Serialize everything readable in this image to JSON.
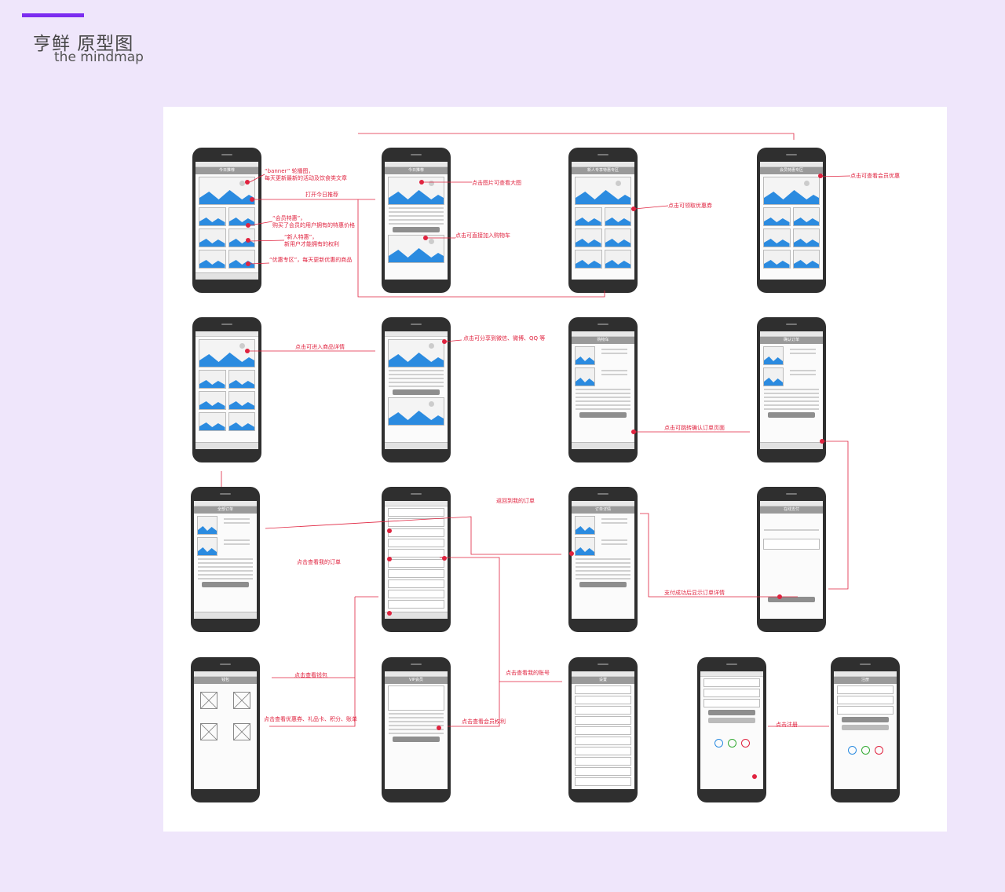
{
  "header": {
    "title": "亨鲜 原型图",
    "subtitle": "the mindmap"
  },
  "colors": {
    "accent": "#7b2cf0",
    "background": "#efe6fb",
    "annotation": "#e0233f",
    "image_placeholder": "#2b8be0"
  },
  "annotations": [
    {
      "id": "banner",
      "lines": [
        "“banner” 轮播图，",
        "每天更新最新的活动及饮食类文章"
      ]
    },
    {
      "id": "today",
      "lines": [
        "打开今日推荐"
      ]
    },
    {
      "id": "member",
      "lines": [
        "“会员特惠”，",
        "购买了会员的用户拥有的特惠价格"
      ]
    },
    {
      "id": "newuser",
      "lines": [
        "“新人特惠”，",
        "新用户才能拥有的权利"
      ]
    },
    {
      "id": "discount",
      "lines": [
        "“优惠专区”，每天更新优惠的商品"
      ]
    },
    {
      "id": "bigimage",
      "lines": [
        "点击图片可查看大图"
      ]
    },
    {
      "id": "addcart",
      "lines": [
        "点击可直接加入购物车"
      ]
    },
    {
      "id": "coupon",
      "lines": [
        "点击可领取优惠券"
      ]
    },
    {
      "id": "memberperk",
      "lines": [
        "点击可查看会员优惠"
      ]
    },
    {
      "id": "productdetail",
      "lines": [
        "点击可进入商品详情"
      ]
    },
    {
      "id": "share",
      "lines": [
        "点击可分享到微信、微博、QQ 等"
      ]
    },
    {
      "id": "confirmorder",
      "lines": [
        "点击可跳转确认订单页面"
      ]
    },
    {
      "id": "backorders",
      "lines": [
        "返回到我的订单"
      ]
    },
    {
      "id": "vieworders",
      "lines": [
        "点击查看我的订单"
      ]
    },
    {
      "id": "paydone",
      "lines": [
        "支付成功后显示订单详情"
      ]
    },
    {
      "id": "wallet",
      "lines": [
        "点击查看钱包"
      ]
    },
    {
      "id": "wallettypes",
      "lines": [
        "点击查看优惠券、礼品卡、积分、账单"
      ]
    },
    {
      "id": "memberrights",
      "lines": [
        "点击查看会员权利"
      ]
    },
    {
      "id": "account",
      "lines": [
        "点击查看我的账号"
      ]
    },
    {
      "id": "register",
      "lines": [
        "点击注册"
      ]
    }
  ],
  "screens": [
    {
      "id": "home",
      "title": "今日推荐"
    },
    {
      "id": "recommend",
      "title": "今日推荐"
    },
    {
      "id": "newuser",
      "title": "新人专享特惠专区"
    },
    {
      "id": "membership",
      "title": "会员特惠专区"
    },
    {
      "id": "category",
      "title": ""
    },
    {
      "id": "product",
      "title": ""
    },
    {
      "id": "cart",
      "title": "购物车"
    },
    {
      "id": "confirm",
      "title": "确认订单"
    },
    {
      "id": "orders",
      "title": "全部订单"
    },
    {
      "id": "profile",
      "title": ""
    },
    {
      "id": "orderdetail",
      "title": "订单详情"
    },
    {
      "id": "pay",
      "title": "在线支付"
    },
    {
      "id": "wallet",
      "title": "钱包"
    },
    {
      "id": "vip",
      "title": "VIP会员"
    },
    {
      "id": "settings",
      "title": "设置"
    },
    {
      "id": "login",
      "title": ""
    },
    {
      "id": "signup",
      "title": "注册"
    }
  ]
}
